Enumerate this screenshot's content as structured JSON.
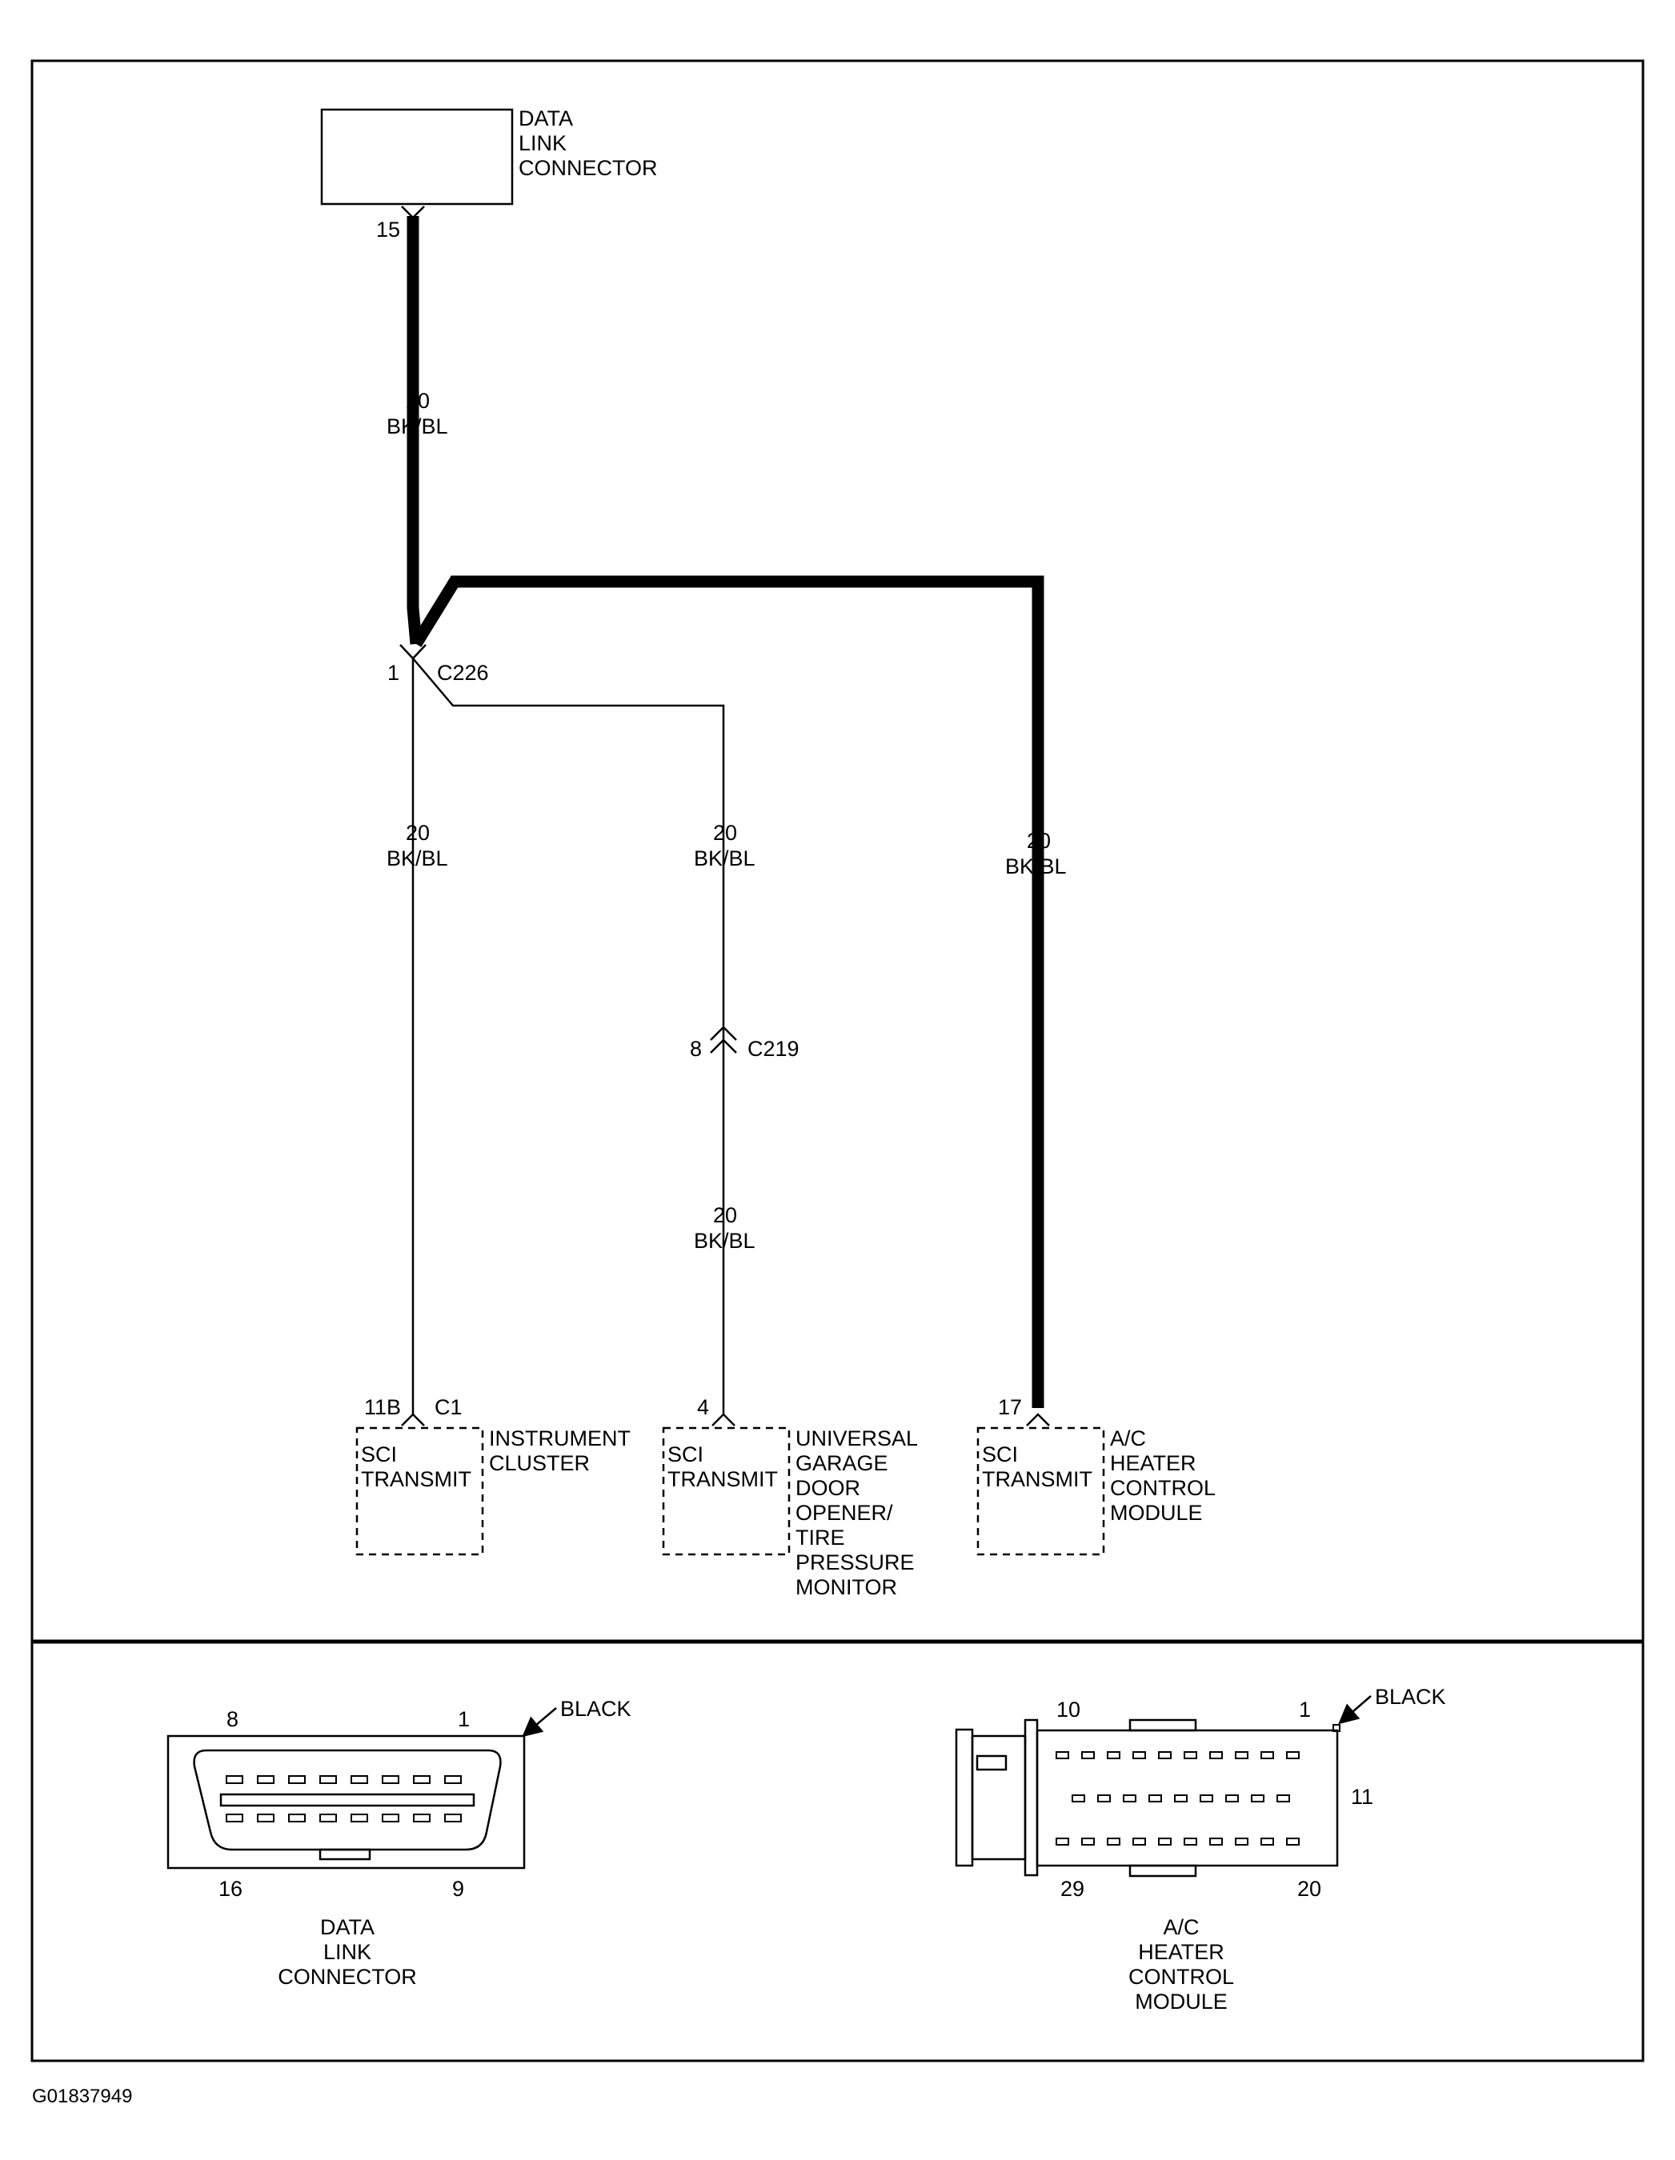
{
  "schematic": {
    "dlc_label": [
      "DATA",
      "LINK",
      "CONNECTOR"
    ],
    "dlc_pin": "15",
    "wire_gauge": "20",
    "wire_color": "BK/BL",
    "splice_pin": "1",
    "splice_id": "C226",
    "inline_pin": "8",
    "inline_id": "C219",
    "cluster_pin": "11B",
    "cluster_conn": "C1",
    "cluster_label": [
      "INSTRUMENT",
      "CLUSTER"
    ],
    "gdo_pin": "4",
    "gdo_label": [
      "UNIVERSAL",
      "GARAGE",
      "DOOR",
      "OPENER/",
      "TIRE",
      "PRESSURE",
      "MONITOR"
    ],
    "ac_pin": "17",
    "ac_label": [
      "A/C",
      "HEATER",
      "CONTROL",
      "MODULE"
    ],
    "internal_label": [
      "SCI",
      "TRANSMIT"
    ]
  },
  "connector_views": {
    "dlc": {
      "pin_tl": "8",
      "pin_tr": "1",
      "pin_bl": "16",
      "pin_br": "9",
      "color": "BLACK",
      "name": [
        "DATA",
        "LINK",
        "CONNECTOR"
      ]
    },
    "ac": {
      "pin_tl": "10",
      "pin_tr": "1",
      "pin_mr": "11",
      "pin_bl": "29",
      "pin_br": "20",
      "color": "BLACK",
      "name": [
        "A/C",
        "HEATER",
        "CONTROL",
        "MODULE"
      ]
    }
  },
  "figure_id": "G01837949"
}
